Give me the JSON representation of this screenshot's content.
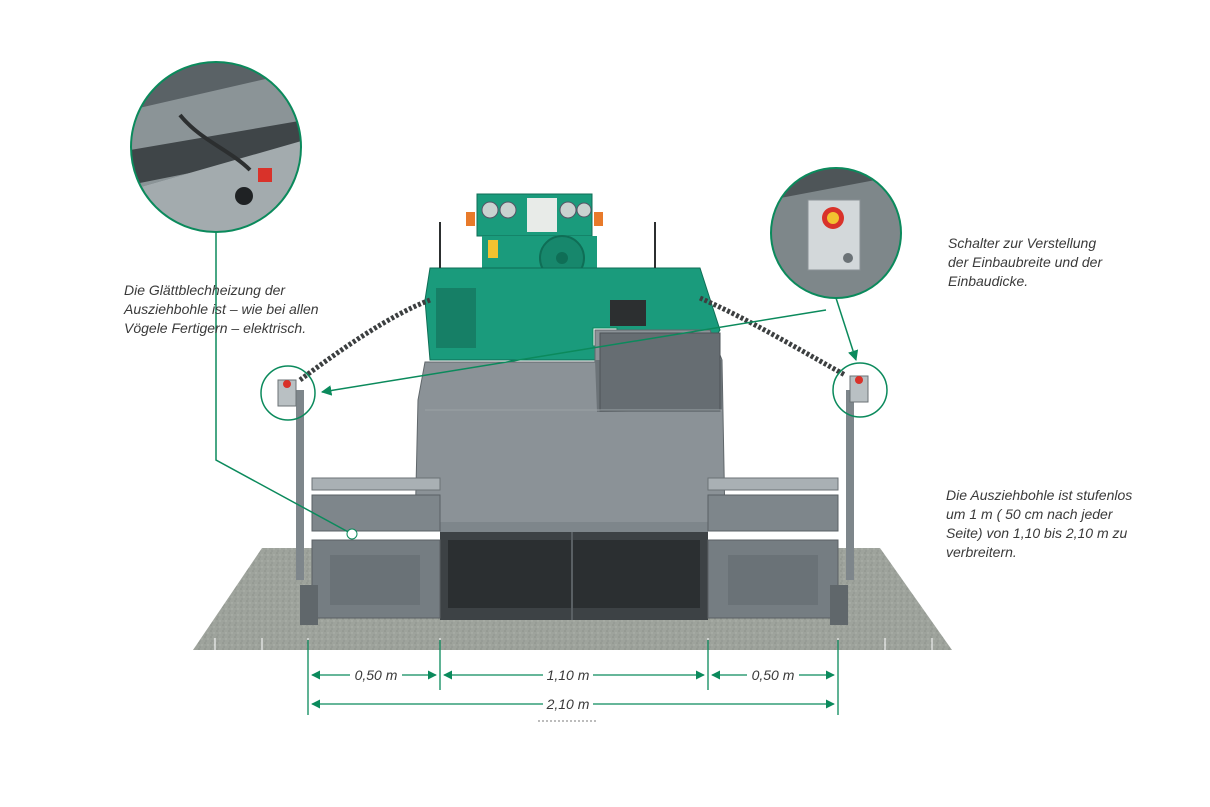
{
  "annotations": {
    "heating_note": "Die Glättblechheizung der\nAusziehbohle ist – wie bei allen\nVögele Fertigern – elektrisch.",
    "switch_note": "Schalter zur Verstellung\nder Einbaubreite und der\nEinbaudicke.",
    "extension_note": "Die Ausziehbohle ist stufenlos\num 1 m ( 50 cm nach jeder\nSeite) von 1,10 bis 2,10 m zu\nverbreitern."
  },
  "dimensions": {
    "left_extension": "0,50 m",
    "basic_width": "1,10 m",
    "right_extension": "0,50 m",
    "total_width": "2,10 m"
  },
  "colors": {
    "accent_green": "#0b8a5c",
    "machine_green": "#1a9b7c",
    "machine_grey": "#7e868b",
    "ground": "#9ea39c"
  }
}
